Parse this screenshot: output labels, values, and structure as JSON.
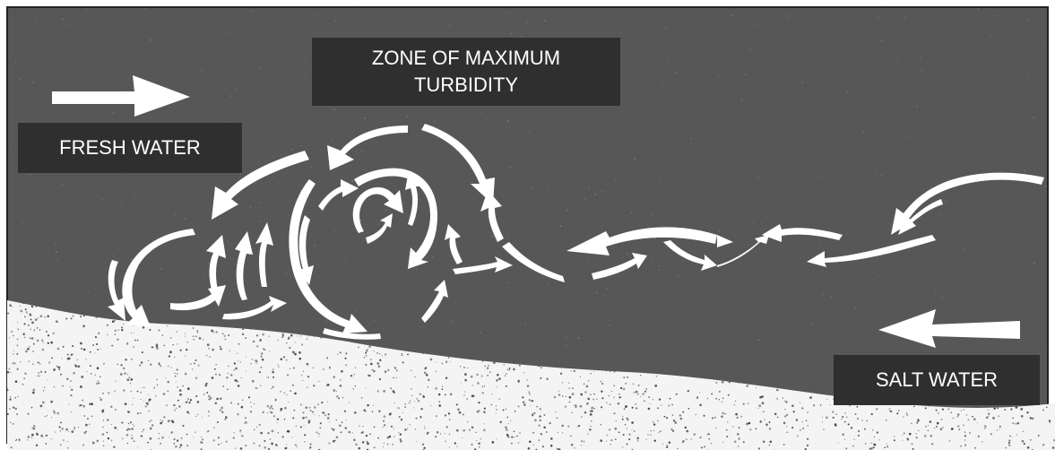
{
  "labels": {
    "zone_line1": "ZONE OF MAXIMUM",
    "zone_line2": "TURBIDITY",
    "fresh_water": "FRESH WATER",
    "salt_water": "SALT WATER"
  },
  "colors": {
    "water": "#575757",
    "sediment": "#f4f4f4",
    "speckle": "#3a3a3a",
    "arrow": "#ffffff",
    "label_bg": "#2f2f2f",
    "border": "#222222"
  }
}
